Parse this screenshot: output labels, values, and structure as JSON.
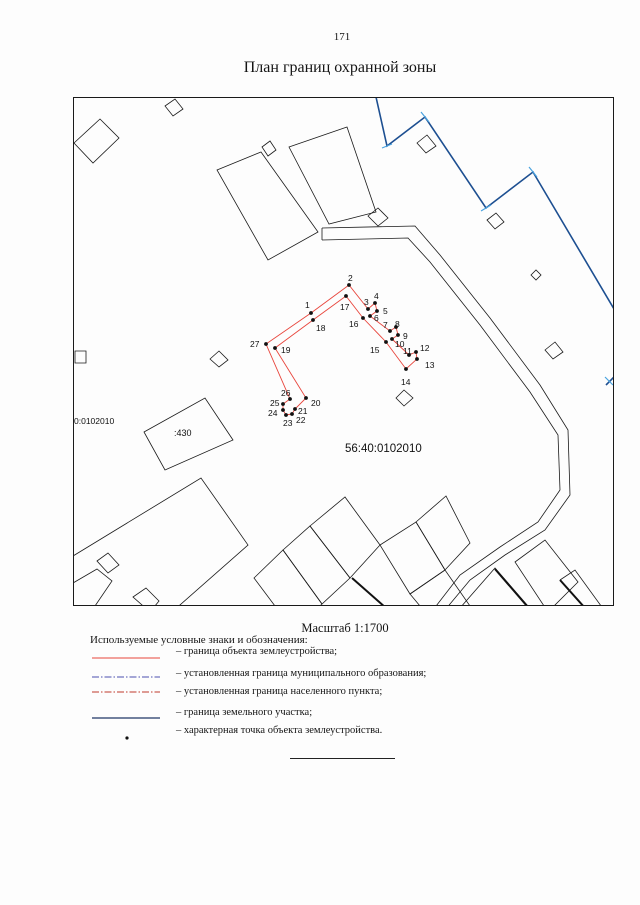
{
  "page": {
    "number": "171",
    "title": "План границ охранной зоны",
    "scale": "Масштаб 1:1700"
  },
  "map": {
    "parcel_label": "56:40:0102010",
    "neighbor_parcel_label": ":430",
    "edge_label": "0:0102010",
    "points": [
      "1",
      "2",
      "3",
      "4",
      "5",
      "6",
      "7",
      "8",
      "9",
      "10",
      "11",
      "12",
      "13",
      "14",
      "15",
      "16",
      "17",
      "18",
      "19",
      "20",
      "21",
      "22",
      "23",
      "24",
      "25",
      "26",
      "27"
    ],
    "colors": {
      "object_boundary": "#e8453c",
      "parcel_boundary": "#1d4f91",
      "parcel_vertex_ticks": "#4aa3df",
      "buildings": "#1a1a1a"
    }
  },
  "legend": {
    "heading": "Используемые условные знаки и обозначения:",
    "items": [
      {
        "label": "– граница объекта землеустройства;",
        "symbol": "solid-red-line",
        "color": "#e8453c"
      },
      {
        "label": "– установленная граница муниципального образования;",
        "symbol": "dash-dot-blue-line",
        "color": "#4b4fb0"
      },
      {
        "label": "– установленная граница населенного пункта;",
        "symbol": "dash-dot-red-line",
        "color": "#c0392b"
      },
      {
        "label": "– граница земельного участка;",
        "symbol": "solid-navy-line",
        "color": "#1f3566"
      },
      {
        "label": "– характерная точка объекта землеустройства.",
        "symbol": "black-dot",
        "color": "#111111"
      }
    ]
  }
}
